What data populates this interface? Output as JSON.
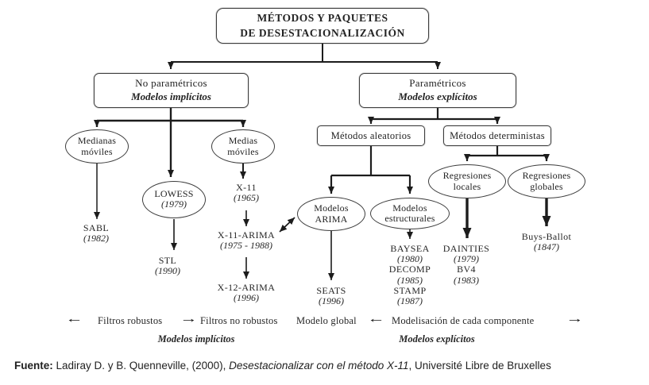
{
  "diagram": {
    "root": {
      "line1": "MÉTODOS Y PAQUETES",
      "line2": "DE DESESTACIONALIZACIÓN"
    },
    "branches": {
      "no_parametricos": {
        "line1": "No paramétricos",
        "line2": "Modelos implícitos"
      },
      "parametricos": {
        "line1": "Paramétricos",
        "line2": "Modelos explícitos"
      }
    },
    "boxes": {
      "aleatorios": "Métodos aleatorios",
      "deterministas": "Métodos deterministas"
    },
    "ovals": {
      "medianas": {
        "line1": "Medianas",
        "line2": "móviles"
      },
      "medias": {
        "line1": "Medias",
        "line2": "móviles"
      },
      "lowess": {
        "line1": "LOWESS",
        "year": "(1979)"
      },
      "arima": {
        "line1": "Modelos",
        "line2": "ARIMA"
      },
      "estructurales": {
        "line1": "Modelos",
        "line2": "estructurales"
      },
      "reg_locales": {
        "line1": "Regresiones",
        "line2": "locales"
      },
      "reg_globales": {
        "line1": "Regresiones",
        "line2": "globales"
      }
    },
    "leaves": {
      "sabl": {
        "name": "SABL",
        "year": "(1982)"
      },
      "stl": {
        "name": "STL",
        "year": "(1990)"
      },
      "x11": {
        "name": "X-11",
        "year": "(1965)"
      },
      "x11arima": {
        "name": "X-11-ARIMA",
        "year": "(1975 - 1988)"
      },
      "x12arima": {
        "name": "X-12-ARIMA",
        "year": "(1996)"
      },
      "seats": {
        "name": "SEATS",
        "year": "(1996)"
      },
      "baysea": {
        "name": "BAYSEA",
        "year": "(1980)"
      },
      "decomp": {
        "name": "DECOMP",
        "year": "(1985)"
      },
      "stamp": {
        "name": "STAMP",
        "year": "(1987)"
      },
      "dainties": {
        "name": "DAINTIES",
        "year": "(1979)"
      },
      "bv4": {
        "name": "BV4",
        "year": "(1983)"
      },
      "buys_ballot": {
        "name": "Buys-Ballot",
        "year": "(1847)"
      }
    },
    "legend": {
      "arrow_left": "←",
      "arrow_right": "→",
      "filtros_robustos": "Filtros robustos",
      "filtros_no_robustos": "Filtros no robustos",
      "modelo_global": "Modelo global",
      "modelisacion": "Modelisación de cada componente",
      "modelos_implicitos": "Modelos implícitos",
      "modelos_explicitos": "Modelos explícitos"
    },
    "fuente": {
      "label": "Fuente:",
      "text1": " Ladiray D. y B. Quenneville, (2000), ",
      "italic": "Desestacionalizar con el método X-11",
      "text2": ", Université Libre de Bruxelles"
    }
  },
  "colors": {
    "line": "#1c1c1c",
    "border": "#3d3d3d",
    "text": "#262626"
  }
}
